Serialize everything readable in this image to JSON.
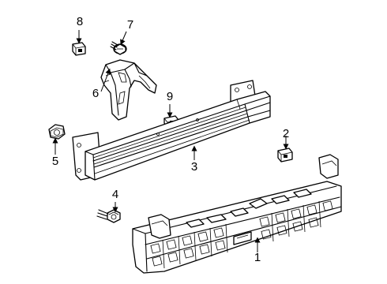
{
  "diagram": {
    "callouts": [
      {
        "id": "1",
        "label": "1"
      },
      {
        "id": "2",
        "label": "2"
      },
      {
        "id": "3",
        "label": "3"
      },
      {
        "id": "4",
        "label": "4"
      },
      {
        "id": "5",
        "label": "5"
      },
      {
        "id": "6",
        "label": "6"
      },
      {
        "id": "7",
        "label": "7"
      },
      {
        "id": "8",
        "label": "8"
      },
      {
        "id": "9",
        "label": "9"
      }
    ],
    "parts": [
      {
        "callout": "1",
        "name": "energy-absorber-icon"
      },
      {
        "callout": "2",
        "name": "clip-nut-icon"
      },
      {
        "callout": "3",
        "name": "impact-bar-icon"
      },
      {
        "callout": "4",
        "name": "bolt-icon"
      },
      {
        "callout": "5",
        "name": "hex-nut-icon"
      },
      {
        "callout": "6",
        "name": "mounting-bracket-icon"
      },
      {
        "callout": "7",
        "name": "bolt-icon"
      },
      {
        "callout": "8",
        "name": "clip-nut-icon"
      },
      {
        "callout": "9",
        "name": "clip-nut-icon"
      }
    ],
    "colors": {
      "line": "#000000",
      "background": "#ffffff"
    }
  }
}
